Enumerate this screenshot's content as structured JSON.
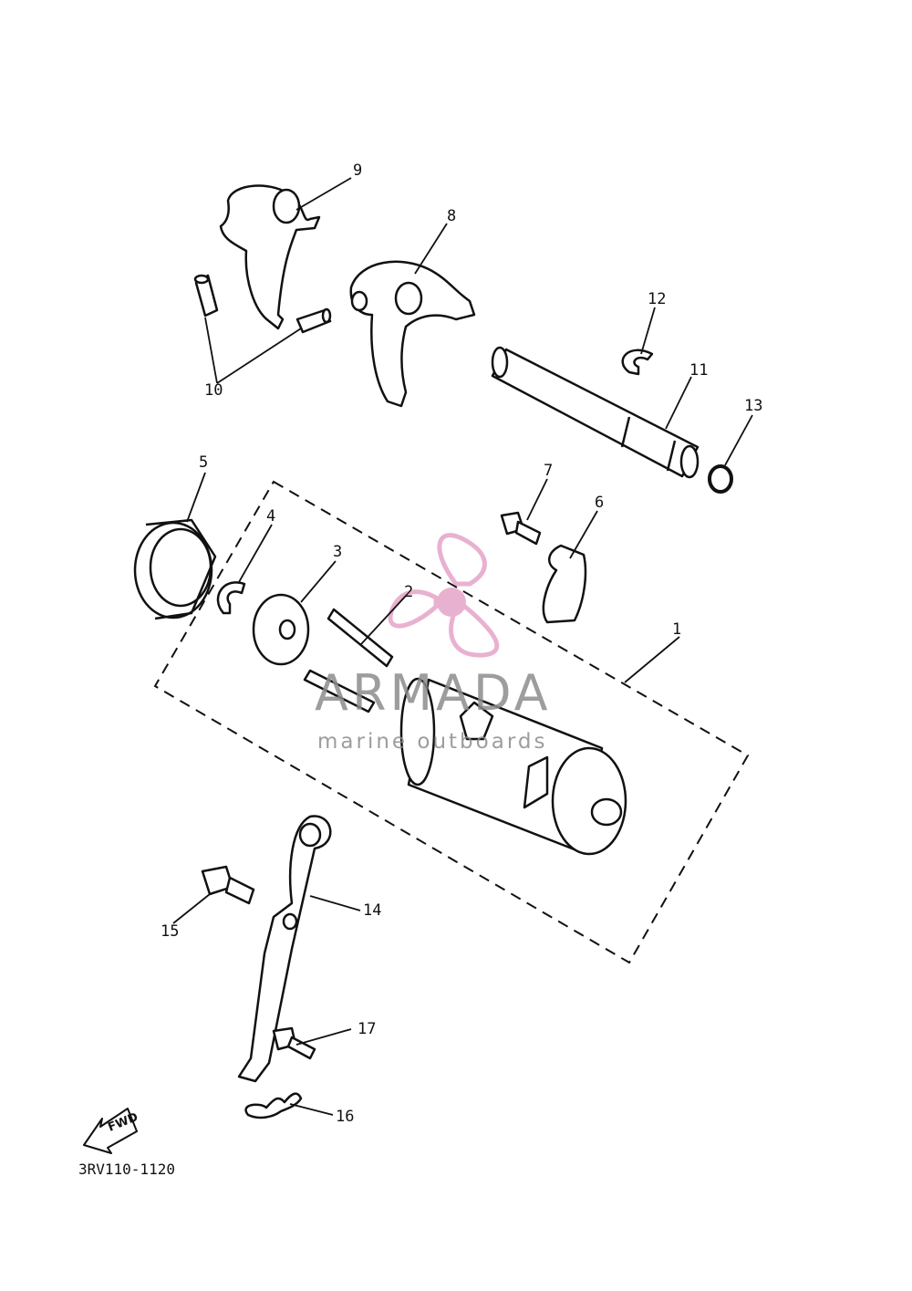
{
  "diagram_code": "3RV110-1120",
  "fwd_label": "FWD",
  "watermark": {
    "title": "ARMADA",
    "subtitle": "marine outboards",
    "logo_color": "#e7a9cc"
  },
  "callouts": [
    "1",
    "2",
    "3",
    "4",
    "5",
    "6",
    "7",
    "8",
    "9",
    "10",
    "11",
    "12",
    "13",
    "14",
    "15",
    "16",
    "17"
  ],
  "colors": {
    "line": "#111111",
    "watermark_text": "#8c8c8c",
    "watermark_logo": "#e7a9cc"
  }
}
